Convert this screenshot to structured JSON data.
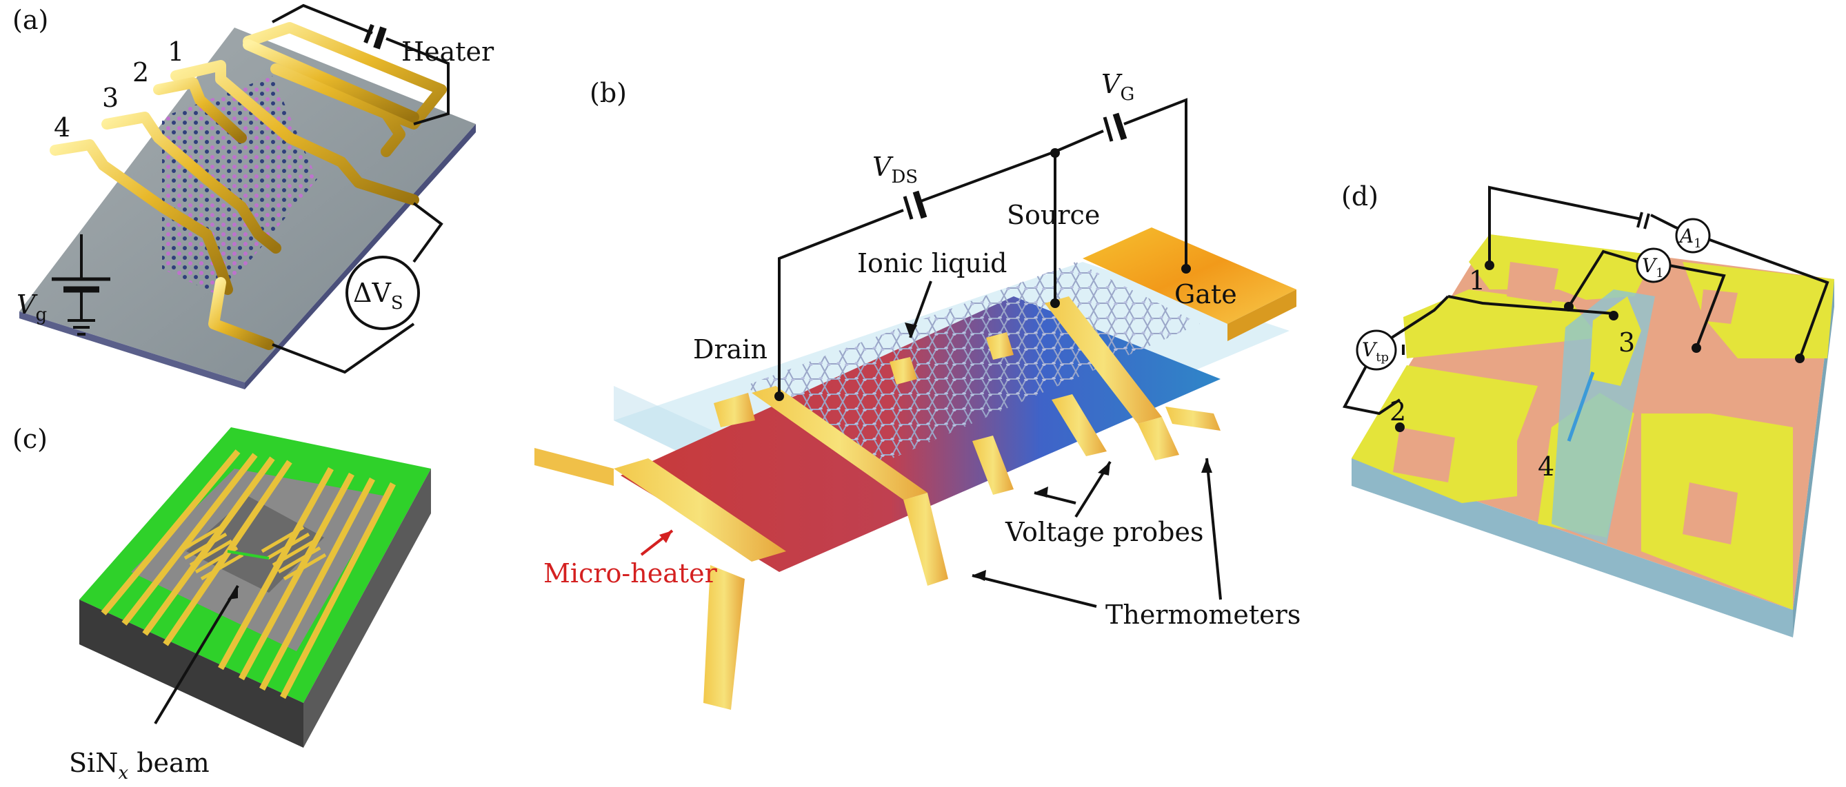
{
  "panels": {
    "a": {
      "tag": "(a)",
      "pads": [
        "1",
        "2",
        "3",
        "4"
      ],
      "heater": "Heater",
      "vg_main": "V",
      "vg_sub": "g",
      "dvs_main": "ΔV",
      "dvs_sub": "S"
    },
    "b": {
      "tag": "(b)",
      "vg_main": "V",
      "vg_sub": "G",
      "vds_main": "V",
      "vds_sub": "DS",
      "source": "Source",
      "ionic_liquid": "Ionic liquid",
      "gate": "Gate",
      "drain": "Drain",
      "voltage_probes": "Voltage probes",
      "micro_heater": "Micro-heater",
      "thermometers": "Thermometers"
    },
    "c": {
      "tag": "(c)",
      "beam_main": "SiN",
      "beam_sub": "x",
      "beam_rest": " beam"
    },
    "d": {
      "tag": "(d)",
      "a1_main": "A",
      "a1_sub": "1",
      "v1_main": "V",
      "v1_sub": "1",
      "vtp_main": "V",
      "vtp_sub": "tp",
      "pads": [
        "1",
        "2",
        "3",
        "4"
      ]
    }
  },
  "colors": {
    "gold": "#e8c23a",
    "micro_heater_label": "#d42020",
    "chip_green": "#2fd12a",
    "pad_yellow": "#e4e43a",
    "pad_salmon": "#e8a585",
    "substrate_blue": "#8fb8c8"
  }
}
